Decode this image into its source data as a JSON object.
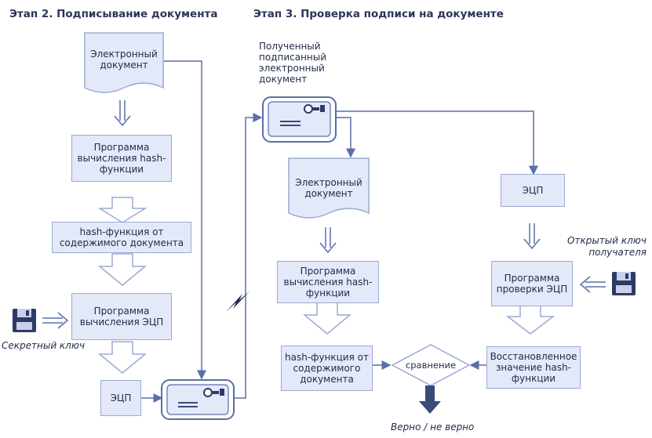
{
  "stage2": {
    "title": "Этап 2. Подписывание документа",
    "doc_label": "Электронный документ",
    "prog_hash": "Программа вычисления hash-функции",
    "hash_result": "hash-функция от содержимого документа",
    "prog_ecp": "Программа вычисления ЭЦП",
    "secret_key": "Секретный ключ",
    "ecp": "ЭЦП"
  },
  "stage3": {
    "title": "Этап 3. Проверка подписи на документе",
    "received": "Полученный подписанный электронный документ",
    "doc_label": "Электронный документ",
    "ecp": "ЭЦП",
    "public_key": "Открытый ключ получателя",
    "prog_hash": "Программа вычисления hash-функции",
    "prog_verify": "Программа проверки ЭЦП",
    "hash_result": "hash-функция от содержимого документа",
    "compare": "сравнение",
    "restored": "Восстановленное значение hash-функции",
    "verdict": "Верно / не верно"
  },
  "colors": {
    "box_fill": "#e3e9f8",
    "box_border": "#9aaad2",
    "line": "#5a6fa8",
    "dark": "#3a4a7a"
  }
}
